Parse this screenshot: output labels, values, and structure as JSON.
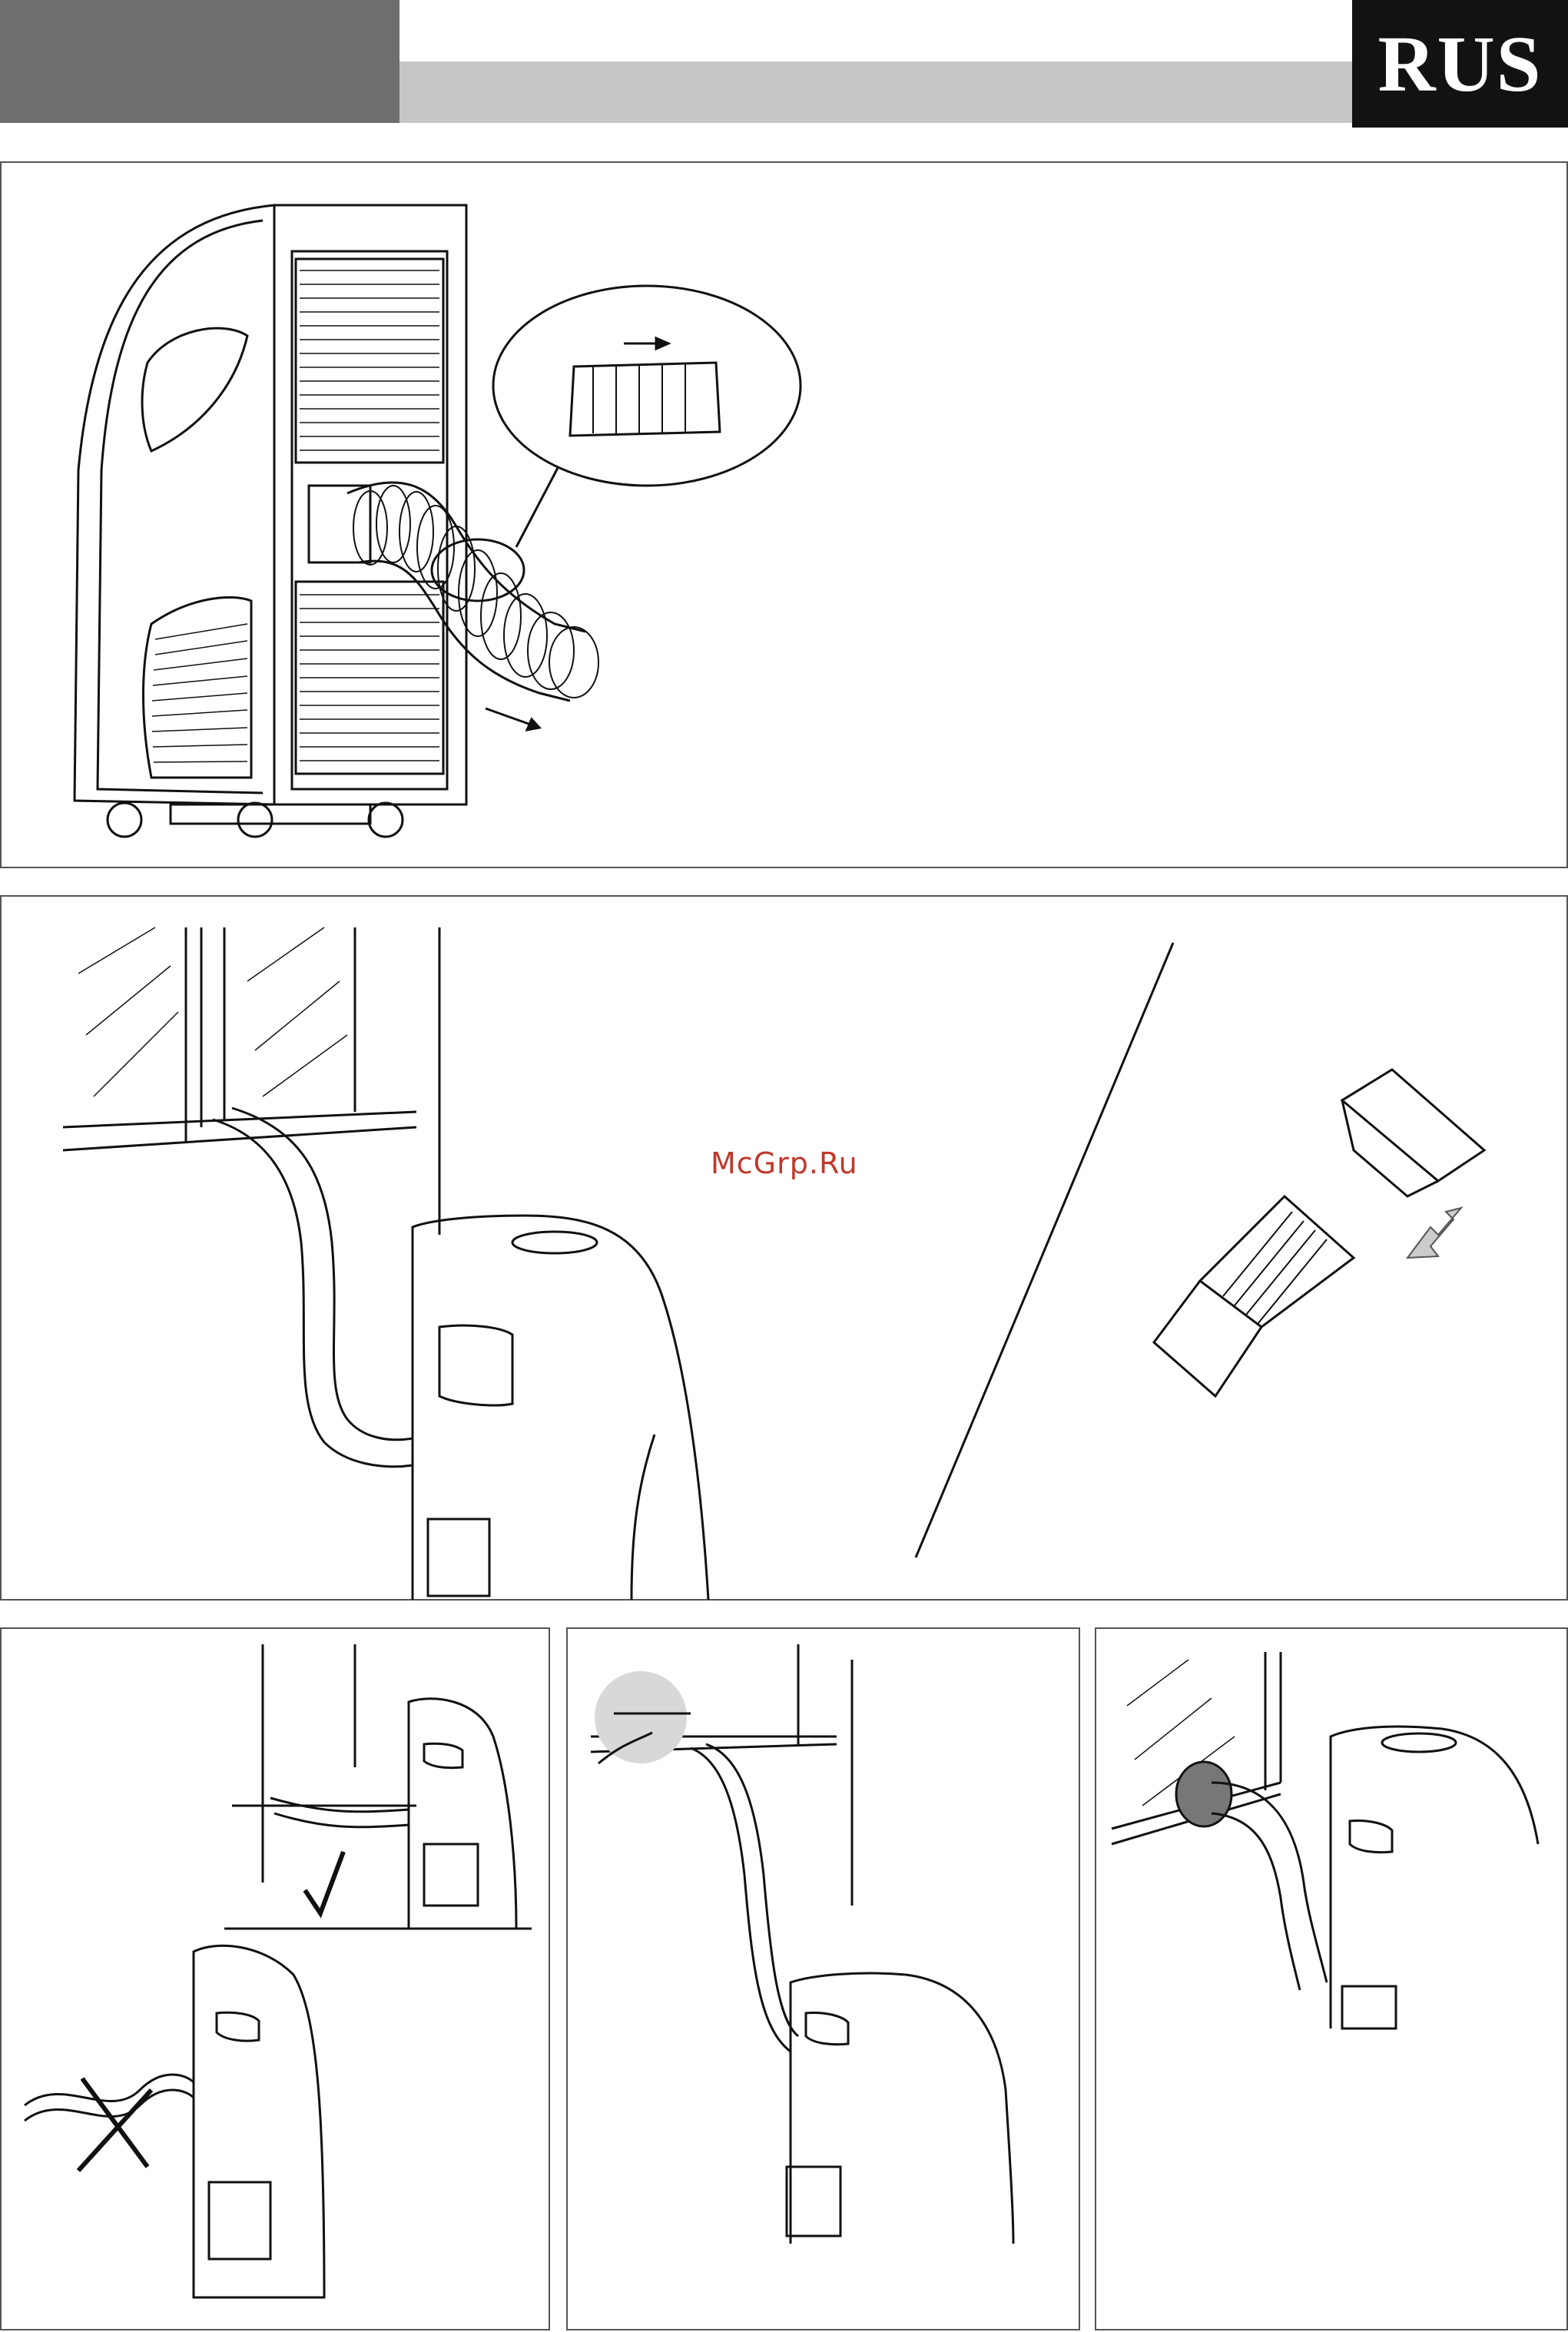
{
  "header": {
    "language_code": "RUS",
    "dark_block_color": "#6e6e70",
    "light_bar_color": "#c6c6c8",
    "badge_color": "#121212"
  },
  "watermark": {
    "text": "McGrp.Ru",
    "color": "#c0392b"
  },
  "figures": [
    {
      "id": "fig-1",
      "icon": "unit-rear-with-exhaust-hose-icon"
    },
    {
      "id": "fig-2",
      "icon": "hose-through-window-and-adapter-icon"
    },
    {
      "id": "fig-3",
      "icon": "correct-vs-incorrect-hose-routing-icon",
      "marks": [
        "check-icon",
        "cross-icon"
      ]
    },
    {
      "id": "fig-4",
      "icon": "window-handle-hose-install-icon"
    },
    {
      "id": "fig-5",
      "icon": "wall-outlet-hose-install-icon"
    }
  ]
}
